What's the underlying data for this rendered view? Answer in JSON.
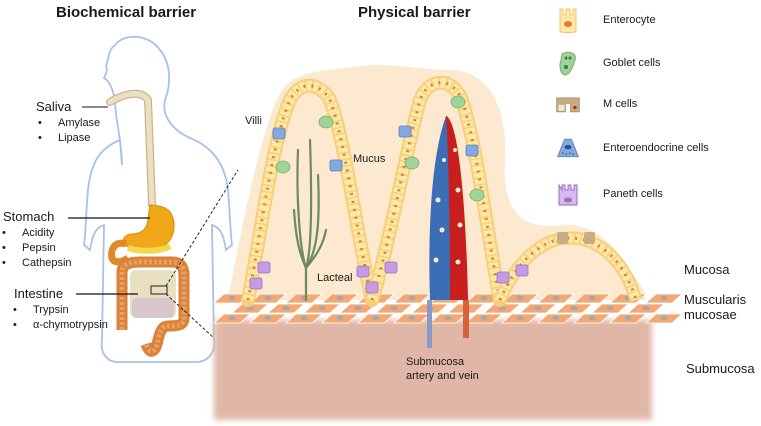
{
  "titles": {
    "biochemical": "Biochemical barrier",
    "physical": "Physical barrier"
  },
  "biochemical": {
    "saliva": {
      "label": "Saliva",
      "items": [
        "Amylase",
        "Lipase"
      ]
    },
    "stomach": {
      "label": "Stomach",
      "items": [
        "Acidity",
        "Pepsin",
        "Cathepsin"
      ]
    },
    "intestine": {
      "label": "Intestine",
      "items": [
        "Trypsin",
        "α-chymotrypsin"
      ]
    }
  },
  "physical": {
    "villi": "Villi",
    "mucus": "Mucus",
    "lacteal": "Lacteal",
    "vessels": [
      "Submucosa",
      "artery and vein"
    ]
  },
  "layers": {
    "mucosa": "Mucosa",
    "muscularis": [
      "Muscularis",
      "mucosae"
    ],
    "submucosa": "Submucosa"
  },
  "legend": [
    {
      "icon": "enterocyte-icon",
      "label": "Enterocyte"
    },
    {
      "icon": "goblet-cell-icon",
      "label": "Goblet cells"
    },
    {
      "icon": "m-cell-icon",
      "label": "M cells"
    },
    {
      "icon": "enteroendocrine-cell-icon",
      "label": "Enteroendocrine cells"
    },
    {
      "icon": "paneth-cell-icon",
      "label": "Paneth cells"
    }
  ],
  "colors": {
    "body_outline": "#a9c1e6",
    "esophagus": "#e9dcbf",
    "stomach": "#f0a818",
    "colon": "#e08a3a",
    "mucus": "#fde9d0",
    "enterocyte": "#fde9a6",
    "nucleus": "#e07a3a",
    "goblet": "#9fd39a",
    "enteroendocrine": "#86a8de",
    "paneth": "#c59be3",
    "lacteal": "#7aa86a",
    "vein": "#3a6fb8",
    "artery": "#c81e1e",
    "muscle": "#f2a774",
    "submucosa": "#e0b7a6"
  }
}
